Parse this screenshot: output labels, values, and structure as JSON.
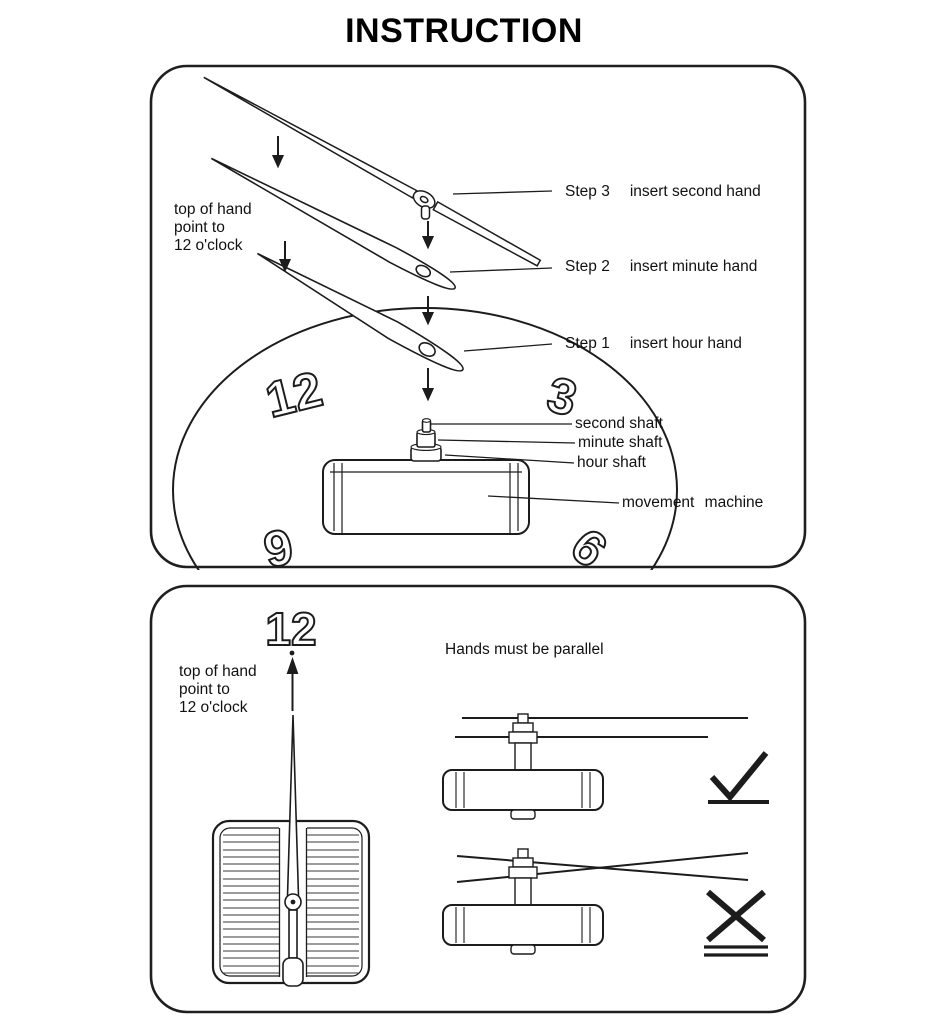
{
  "title": "INSTRUCTION",
  "panel1": {
    "note_lines": [
      "top of hand",
      "point to",
      "12 o'clock"
    ],
    "steps": [
      {
        "label": "Step 3",
        "text": "insert second hand"
      },
      {
        "label": "Step 2",
        "text": "insert minute hand"
      },
      {
        "label": "Step 1",
        "text": "insert hour hand"
      }
    ],
    "labels": {
      "second_shaft": "second shaft",
      "minute_shaft": "minute shaft",
      "hour_shaft": "hour shaft",
      "movement_machine": "movement machine"
    },
    "clock_numbers": {
      "twelve": "12",
      "three": "3",
      "nine": "9",
      "six": "6"
    }
  },
  "panel2": {
    "clock_number_twelve": "12",
    "note_lines": [
      "top of hand",
      "point to",
      "12 o'clock"
    ],
    "parallel_title": "Hands must be parallel"
  }
}
